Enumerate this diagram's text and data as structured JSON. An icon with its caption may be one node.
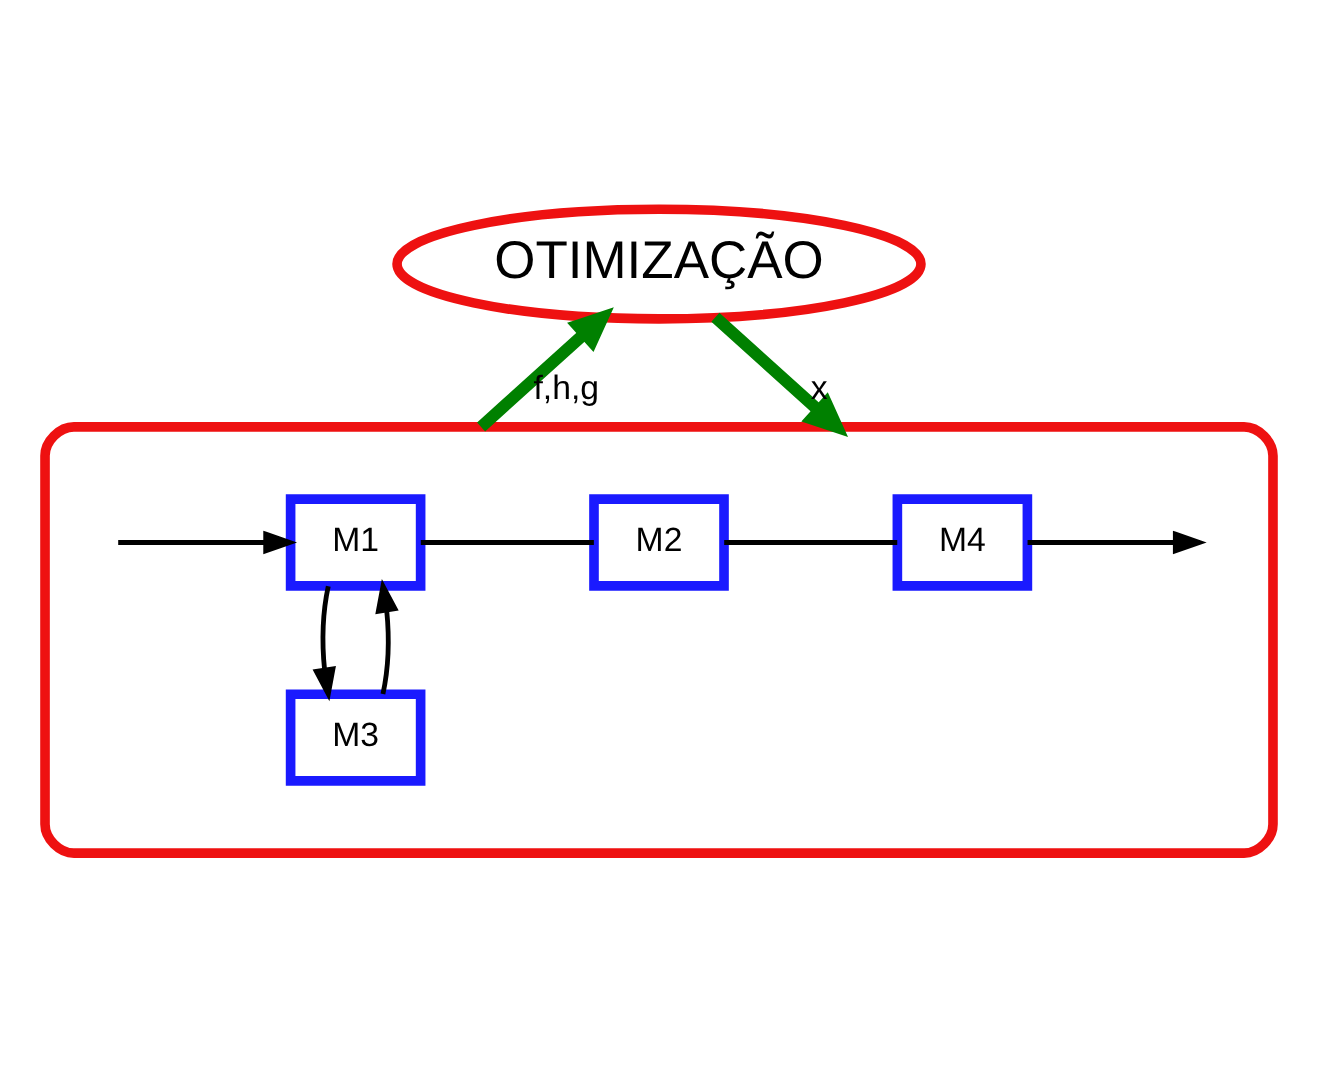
{
  "diagram": {
    "nodes": [
      {
        "text": [
          "OTIMIZAÇÃO"
        ]
      },
      {
        "text": [],
        "shape": "ellipse"
      },
      {
        "text": [
          "M1"
        ],
        "in": 1
      },
      {
        "text": [
          "M2"
        ],
        "in": 1
      },
      {
        "text": [
          "M3"
        ],
        "in": 1
      },
      {
        "text": [
          "M4"
        ],
        "in": 1
      }
    ],
    "edges": [
      {
        "from": 1,
        "to": 0,
        "arrow": "to",
        "label": "f,h,g",
        "style": "thick",
        "color": "#008000"
      },
      {
        "from": 0,
        "to": 1,
        "arrow": "to",
        "label": "x",
        "style": "thick",
        "color": "#008000"
      },
      {
        "from": null,
        "to": 2,
        "arrow": "to"
      },
      {
        "from": 2,
        "to": 3,
        "arrow": "none"
      },
      {
        "from": 3,
        "to": 5,
        "arrow": "none"
      },
      {
        "from": 5,
        "to": null,
        "arrow": "to"
      },
      {
        "from": 2,
        "to": 4,
        "arrow": "to"
      },
      {
        "from": 4,
        "to": 2,
        "arrow": "to"
      }
    ]
  }
}
